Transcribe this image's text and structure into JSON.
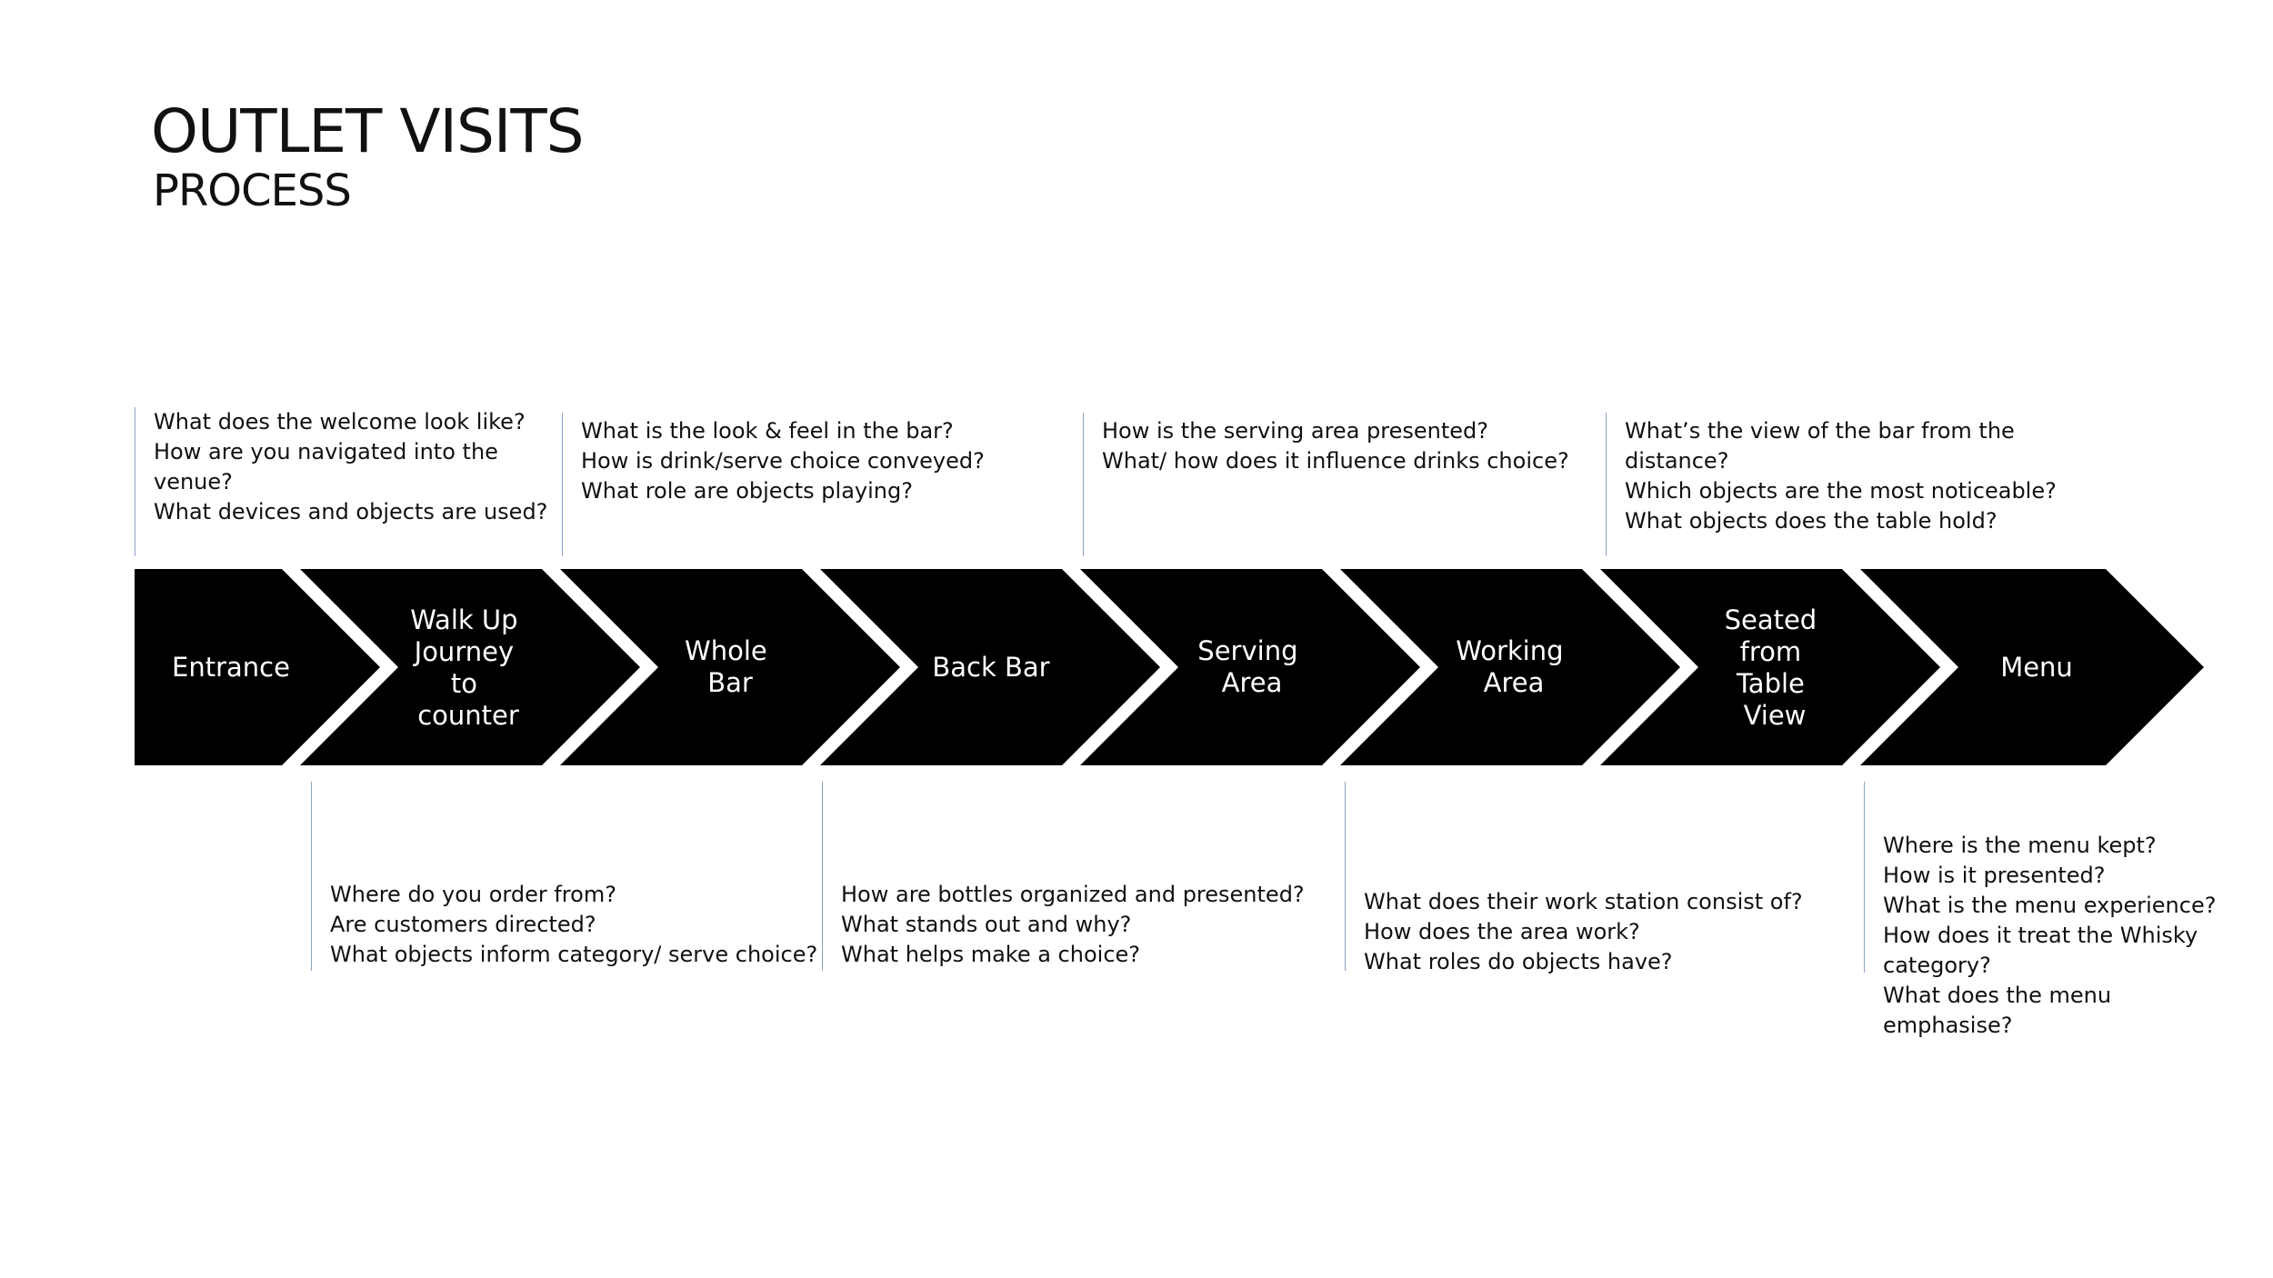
{
  "header": {
    "title": "OUTLET VISITS",
    "subtitle": "PROCESS"
  },
  "colors": {
    "chevron_fill": "#000000",
    "chevron_text": "#ffffff",
    "connector_line": "#8fa2c6"
  },
  "steps": [
    {
      "lines": [
        "Entrance"
      ]
    },
    {
      "lines": [
        "Walk Up",
        "Journey",
        "to",
        "counter"
      ]
    },
    {
      "lines": [
        "Whole",
        "Bar"
      ]
    },
    {
      "lines": [
        "Back Bar"
      ]
    },
    {
      "lines": [
        "Serving",
        "Area"
      ]
    },
    {
      "lines": [
        "Working",
        "Area"
      ]
    },
    {
      "lines": [
        "Seated",
        "from",
        "Table",
        "View"
      ]
    },
    {
      "lines": [
        "Menu"
      ]
    }
  ],
  "questions": {
    "entrance": [
      "What does the welcome look like?",
      "How are you navigated into the",
      "venue?",
      "What devices and objects are used?"
    ],
    "walk_up": [
      "Where do you order from?",
      "Are customers directed?",
      "What  objects inform category/ serve choice?"
    ],
    "whole_bar": [
      "What is the look & feel in the bar?",
      "How is drink/serve choice conveyed?",
      "What role are objects playing?"
    ],
    "back_bar": [
      "How are bottles organized and presented?",
      "What stands out and why?",
      "What helps make a choice?"
    ],
    "serving_area": [
      "How is the serving area presented?",
      "What/ how does it influence drinks choice?"
    ],
    "working_area": [
      "What does their work station consist of?",
      "How does the area work?",
      "What roles do objects have?"
    ],
    "seated": [
      "What’s the view of the bar from the",
      "distance?",
      "Which objects are the most noticeable?",
      "What objects does the table hold?"
    ],
    "menu": [
      "Where is the menu kept?",
      "How is it presented?",
      "What is the menu experience?",
      "How does it treat the Whisky",
      "category?",
      "What does the menu",
      "emphasise?"
    ]
  }
}
